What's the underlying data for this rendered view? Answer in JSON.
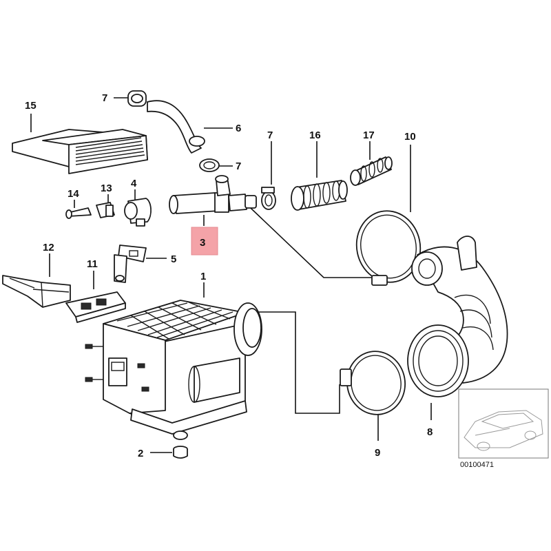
{
  "diagram": {
    "highlight_color": "#f4a3a8",
    "callouts": {
      "p1": "1",
      "p2": "2",
      "p3": "3",
      "p4": "4",
      "p5": "5",
      "p6": "6",
      "p7a": "7",
      "p7b": "7",
      "p7c": "7",
      "p8": "8",
      "p9": "9",
      "p10": "10",
      "p11": "11",
      "p12": "12",
      "p13": "13",
      "p14": "14",
      "p15": "15",
      "p16": "16",
      "p17": "17"
    },
    "reference_code": "00100471"
  }
}
